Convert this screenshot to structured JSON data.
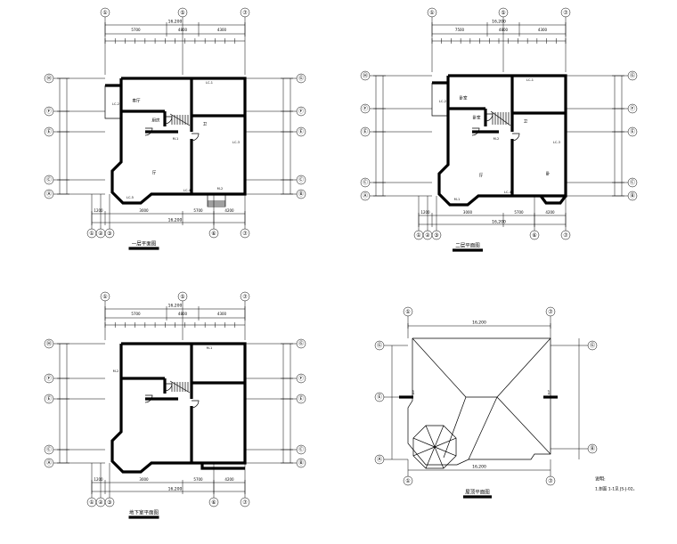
{
  "sheets": [
    {
      "id": "first-floor",
      "title": "一层平面图",
      "top_axes": [
        "①",
        "⑤",
        "⑦"
      ],
      "top_total": "16,200",
      "top_dims": [
        "5700",
        "4800",
        "4300"
      ],
      "left_axes": [
        "Ⓗ",
        "Ⓕ",
        "Ⓔ",
        "Ⓒ",
        "Ⓐ"
      ],
      "right_axes": [
        "Ⓖ",
        "Ⓕ",
        "Ⓔ",
        "Ⓒ",
        "Ⓑ"
      ],
      "bottom_axes": [
        "①",
        "②",
        "③",
        "⑥",
        "⑦"
      ],
      "bottom_dims": [
        "1200",
        "3000",
        "5700",
        "4200"
      ],
      "bottom_total": "16,200",
      "room_labels": [
        "客厅",
        "厨房",
        "厅",
        "卫"
      ],
      "win_labels": [
        "LC-1",
        "LC-2",
        "LC-3",
        "LC-4",
        "LC-5",
        "M-1",
        "M-2"
      ]
    },
    {
      "id": "second-floor",
      "title": "二层平面图",
      "top_axes": [
        "①",
        "⑤",
        "⑦"
      ],
      "top_total": "16,200",
      "top_dims": [
        "7500",
        "4800",
        "4300"
      ],
      "left_axes": [
        "Ⓗ",
        "Ⓕ",
        "Ⓔ",
        "Ⓒ",
        "Ⓐ"
      ],
      "right_axes": [
        "Ⓖ",
        "Ⓕ",
        "Ⓔ",
        "Ⓒ",
        "Ⓑ"
      ],
      "bottom_axes": [
        "①",
        "②",
        "③",
        "⑥",
        "⑦"
      ],
      "bottom_dims": [
        "1200",
        "3000",
        "5700",
        "4200"
      ],
      "bottom_total": "16,200",
      "room_labels": [
        "卧室",
        "卧室",
        "厅",
        "卫",
        "卧"
      ],
      "win_labels": [
        "LC-1",
        "LC-2",
        "LC-3",
        "LC-4",
        "M-1",
        "M-2"
      ]
    },
    {
      "id": "basement",
      "title": "地下室平面图",
      "top_axes": [
        "①",
        "⑤",
        "⑦"
      ],
      "top_total": "16,200",
      "top_dims": [
        "5700",
        "4800",
        "4300"
      ],
      "left_axes": [
        "Ⓗ",
        "Ⓕ",
        "Ⓔ",
        "Ⓒ",
        "Ⓐ"
      ],
      "right_axes": [
        "Ⓖ",
        "Ⓕ",
        "Ⓔ",
        "Ⓒ",
        "Ⓑ"
      ],
      "bottom_axes": [
        "①",
        "②",
        "③",
        "⑥",
        "⑦"
      ],
      "bottom_dims": [
        "1200",
        "3000",
        "5700",
        "4200"
      ],
      "bottom_total": "16,200",
      "room_labels": [],
      "win_labels": [
        "M-1",
        "M-2"
      ]
    },
    {
      "id": "roof",
      "title": "屋顶平面图",
      "top_axes": [
        "①",
        "⑦"
      ],
      "top_total": "16,200",
      "left_axes": [
        "Ⓖ",
        "Ⓔ",
        "Ⓐ"
      ],
      "right_axes": [
        "Ⓖ",
        "Ⓑ"
      ],
      "bottom_axes": [
        "①",
        "⑦"
      ],
      "bottom_total": "16,200",
      "section_label": "1"
    }
  ],
  "notes": {
    "heading": "说明:",
    "line1": "1.剖面 1-1见 JS-J-02。"
  }
}
